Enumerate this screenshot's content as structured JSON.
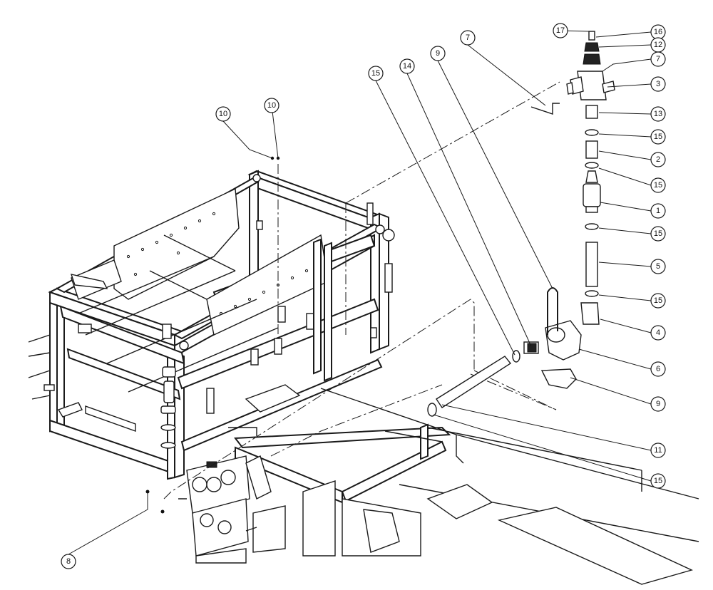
{
  "diagram": {
    "callouts": [
      {
        "id": "c17",
        "label": "17"
      },
      {
        "id": "c16",
        "label": "16"
      },
      {
        "id": "c12",
        "label": "12"
      },
      {
        "id": "c7a",
        "label": "7"
      },
      {
        "id": "c3",
        "label": "3"
      },
      {
        "id": "c13",
        "label": "13"
      },
      {
        "id": "c15a",
        "label": "15"
      },
      {
        "id": "c2",
        "label": "2"
      },
      {
        "id": "c15b",
        "label": "15"
      },
      {
        "id": "c1",
        "label": "1"
      },
      {
        "id": "c15c",
        "label": "15"
      },
      {
        "id": "c5",
        "label": "5"
      },
      {
        "id": "c15d",
        "label": "15"
      },
      {
        "id": "c4",
        "label": "4"
      },
      {
        "id": "c6",
        "label": "6"
      },
      {
        "id": "c9a",
        "label": "9"
      },
      {
        "id": "c11",
        "label": "11"
      },
      {
        "id": "c15e",
        "label": "15"
      },
      {
        "id": "c15f",
        "label": "15"
      },
      {
        "id": "c14",
        "label": "14"
      },
      {
        "id": "c9b",
        "label": "9"
      },
      {
        "id": "c7b",
        "label": "7"
      },
      {
        "id": "c10a",
        "label": "10"
      },
      {
        "id": "c10b",
        "label": "10"
      },
      {
        "id": "c8",
        "label": "8"
      }
    ]
  }
}
